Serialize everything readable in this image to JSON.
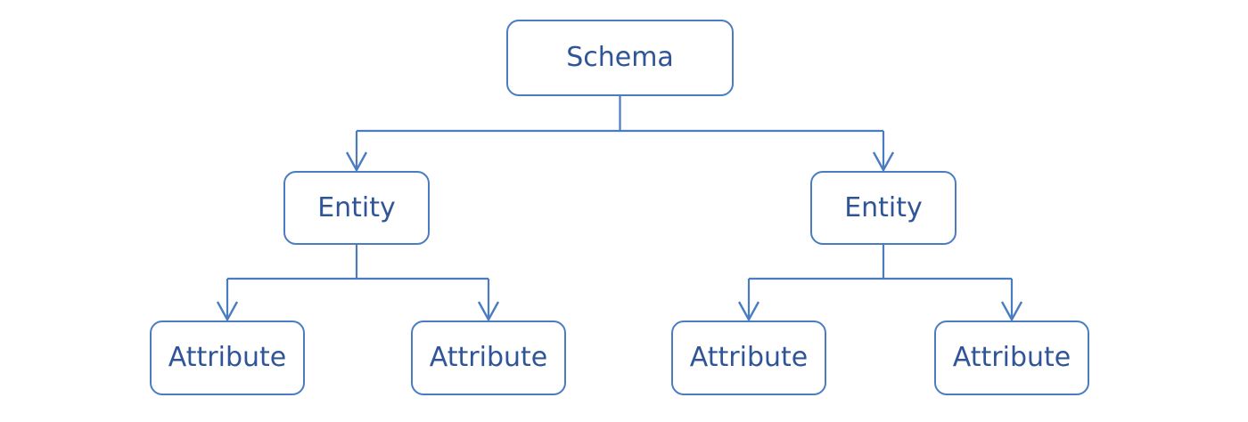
{
  "diagram": {
    "type": "tree-hierarchy",
    "nodes": {
      "schema": {
        "label": "Schema"
      },
      "entity1": {
        "label": "Entity"
      },
      "entity2": {
        "label": "Entity"
      },
      "attr1": {
        "label": "Attribute"
      },
      "attr2": {
        "label": "Attribute"
      },
      "attr3": {
        "label": "Attribute"
      },
      "attr4": {
        "label": "Attribute"
      }
    },
    "edges": [
      {
        "from": "schema",
        "to": "entity1",
        "arrow": "open-chevron"
      },
      {
        "from": "schema",
        "to": "entity2",
        "arrow": "open-chevron"
      },
      {
        "from": "entity1",
        "to": "attr1",
        "arrow": "open-chevron"
      },
      {
        "from": "entity1",
        "to": "attr2",
        "arrow": "open-chevron"
      },
      {
        "from": "entity2",
        "to": "attr3",
        "arrow": "open-chevron"
      },
      {
        "from": "entity2",
        "to": "attr4",
        "arrow": "open-chevron"
      }
    ],
    "colors": {
      "line": "#4a7cc2",
      "text": "#2f5597",
      "background": "#ffffff"
    }
  }
}
